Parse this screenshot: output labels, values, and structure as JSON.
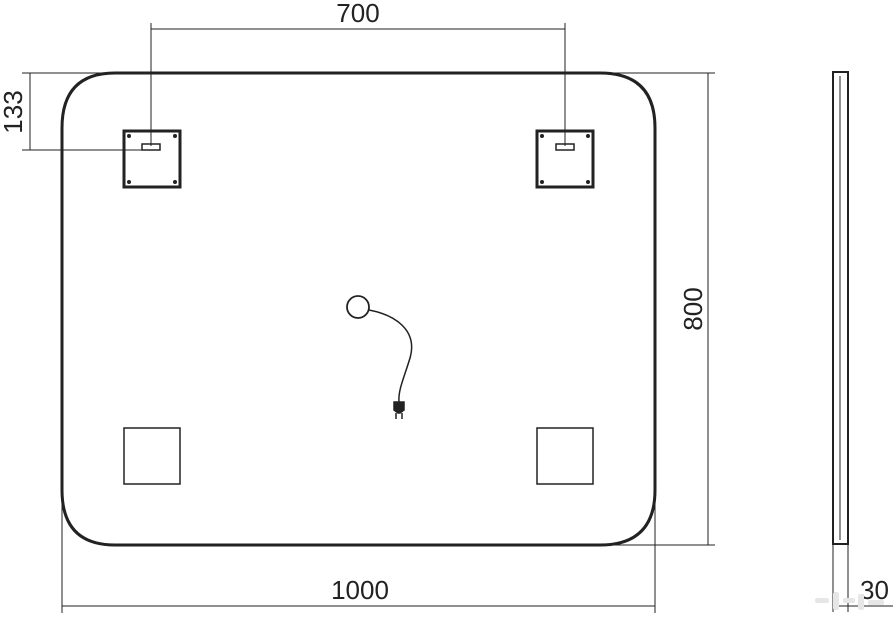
{
  "dimensions": {
    "top_width": "700",
    "overall_width": "1000",
    "height": "800",
    "bracket_offset": "133",
    "depth": "30"
  },
  "colors": {
    "line": "#222222",
    "background": "#ffffff",
    "watermark": "#e6e6e6"
  },
  "icons": {
    "plug": "power-plug-icon",
    "switch": "circular-switch-icon"
  }
}
